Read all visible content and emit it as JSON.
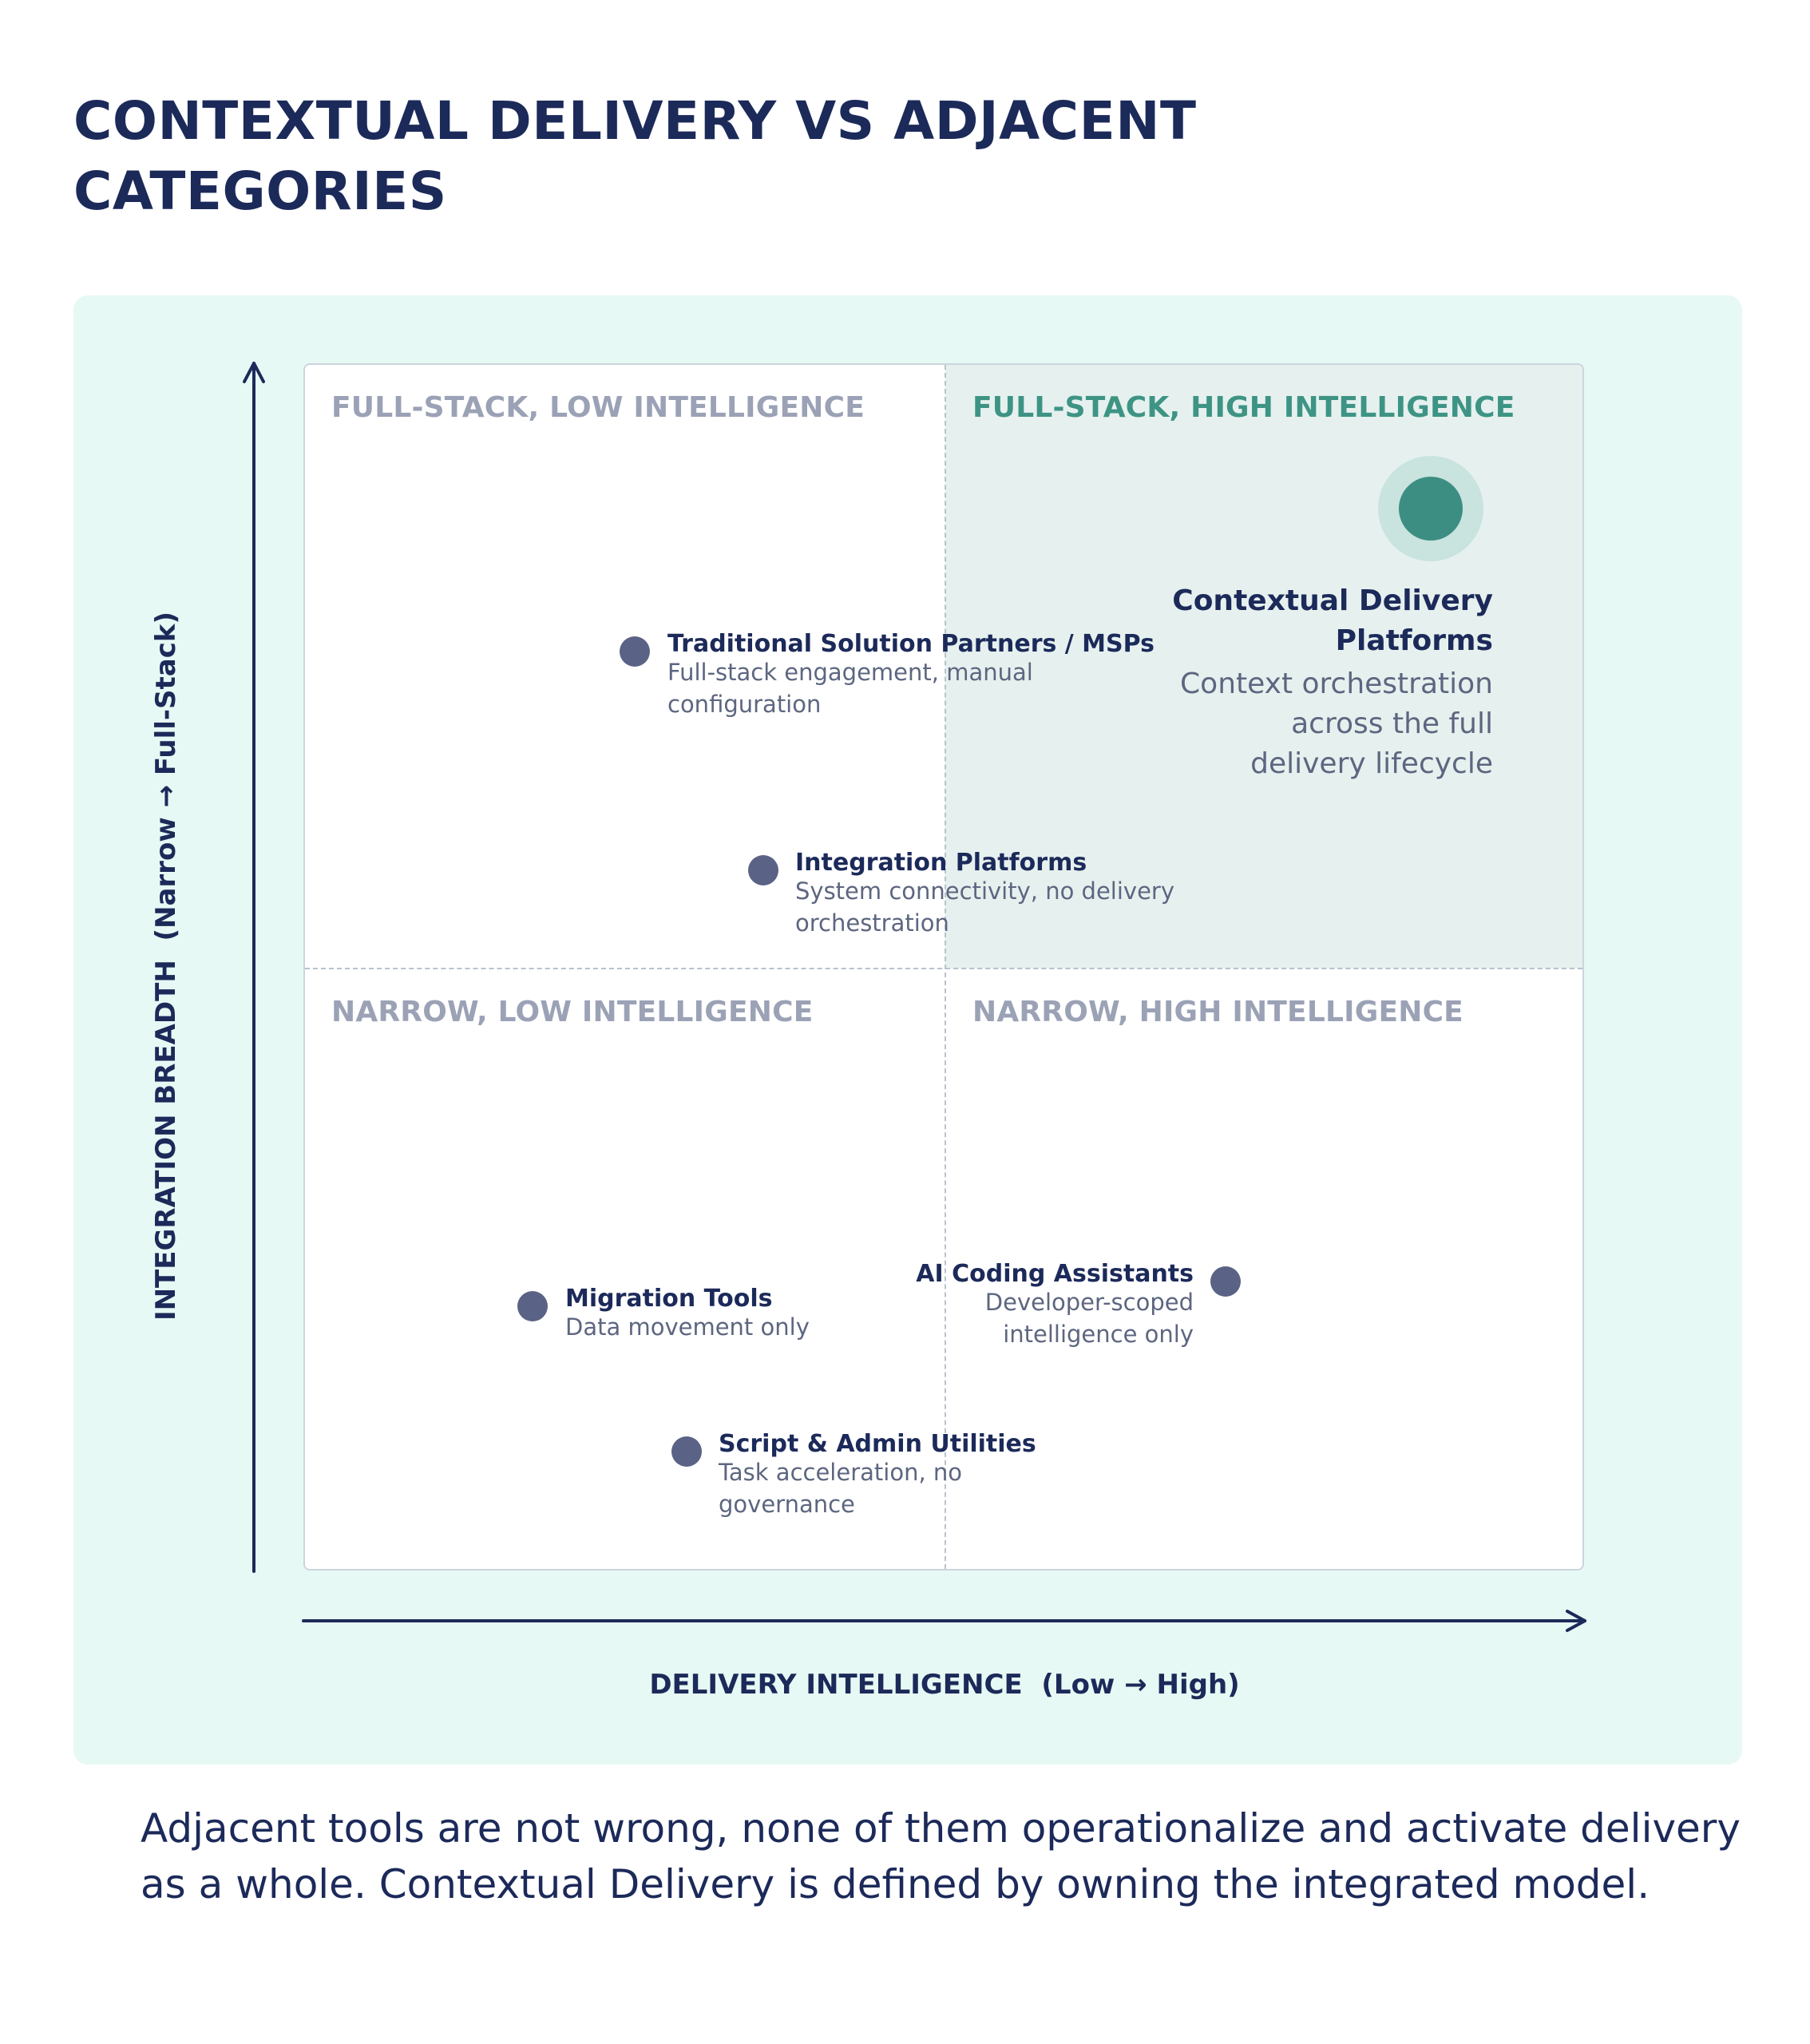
{
  "title": "CONTEXTUAL DELIVERY VS ADJACENT CATEGORIES",
  "axes": {
    "y_label": "INTEGRATION BREADTH",
    "y_range": "(Narrow → Full-Stack)",
    "x_label": "DELIVERY INTELLIGENCE",
    "x_range": "(Low → High)"
  },
  "quadrants": {
    "top_left": "FULL-STACK, LOW INTELLIGENCE",
    "top_right": "FULL-STACK, HIGH INTELLIGENCE",
    "bottom_left": "NARROW, LOW INTELLIGENCE",
    "bottom_right": "NARROW, HIGH INTELLIGENCE"
  },
  "items": [
    {
      "title": "Traditional Solution Partners / MSPs",
      "desc_1": "Full-stack engagement, manual",
      "desc_2": "configuration"
    },
    {
      "title": "Integration Platforms",
      "desc_1": "System connectivity, no delivery",
      "desc_2": "orchestration"
    },
    {
      "title": "Migration Tools",
      "desc_1": "Data movement only"
    },
    {
      "title": "AI Coding Assistants",
      "desc_1": "Developer-scoped",
      "desc_2": "intelligence only"
    },
    {
      "title": "Script & Admin Utilities",
      "desc_1": "Task acceleration, no",
      "desc_2": "governance"
    }
  ],
  "hero": {
    "title_1": "Contextual Delivery",
    "title_2": "Platforms",
    "desc_1": "Context orchestration",
    "desc_2": "across the full",
    "desc_3": "delivery lifecycle"
  },
  "colors": {
    "navy": "#1c2a5a",
    "accent_teal": "#3d8e82",
    "panel_bg": "#e7f9f4",
    "dot": "#5a6285"
  },
  "footer": "Adjacent tools are not wrong, none of them operationalize and activate delivery as a whole. Contextual Delivery is defined by owning the integrated model."
}
